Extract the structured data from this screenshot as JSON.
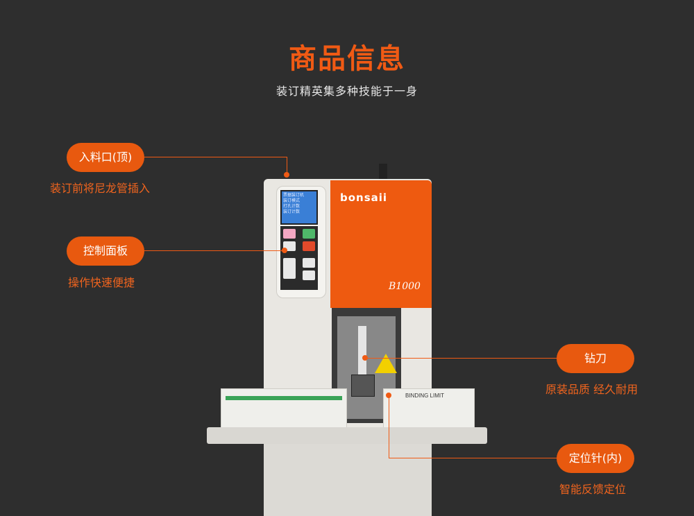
{
  "header": {
    "title": "商品信息",
    "subtitle": "装订精英集多种技能于一身"
  },
  "callouts": [
    {
      "label": "入料口(顶)",
      "desc": "装订前将尼龙管插入"
    },
    {
      "label": "控制面板",
      "desc": "操作快速便捷"
    },
    {
      "label": "钻刀",
      "desc": "原装品质 经久耐用"
    },
    {
      "label": "定位针(内)",
      "desc": "智能反馈定位"
    }
  ],
  "machine": {
    "brand": "bonsaii",
    "model": "B1000",
    "lcd_lines": [
      "票据装订机",
      "装订模式",
      "打孔计数",
      "装订计数"
    ],
    "limit_label": "BINDING LIMIT"
  },
  "colors": {
    "accent": "#f05a14",
    "background": "#2e2e2e",
    "pill": "#e8590f"
  }
}
